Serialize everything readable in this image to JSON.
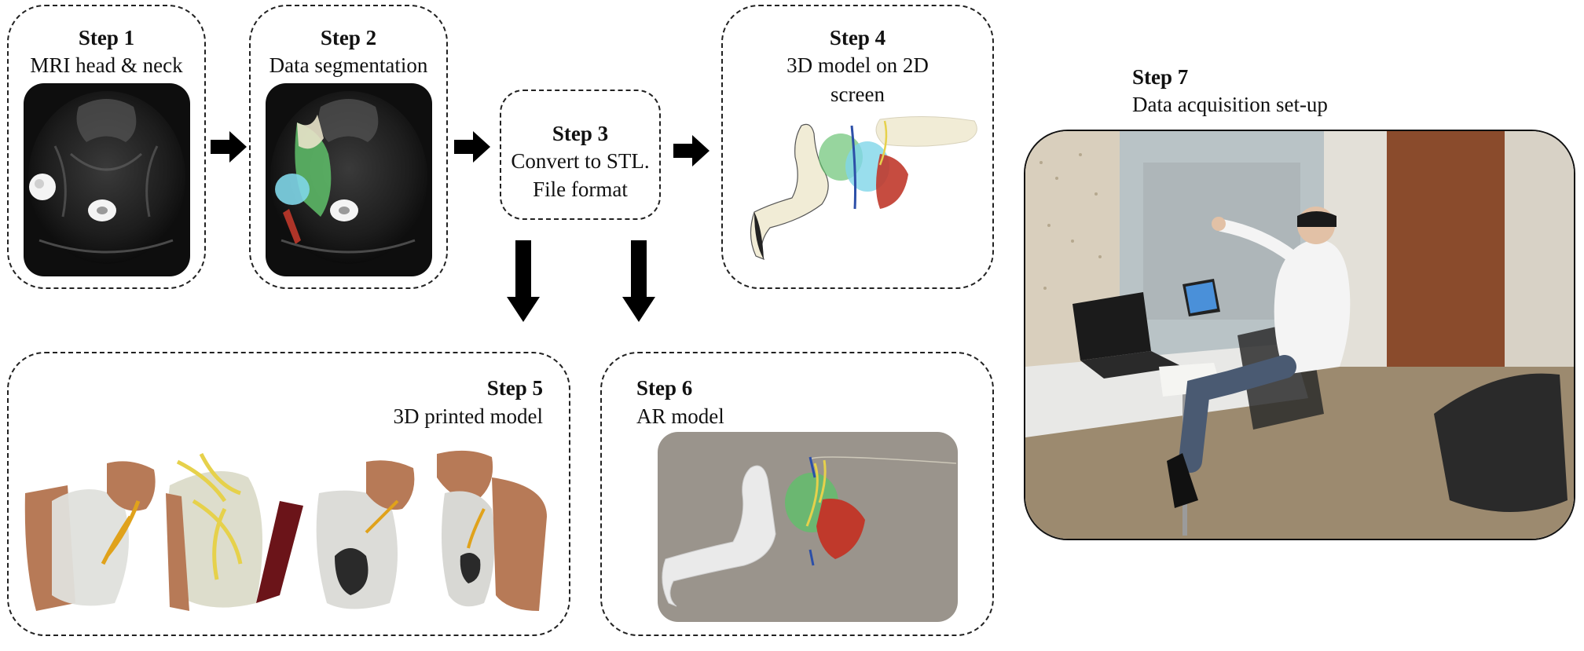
{
  "steps": [
    {
      "title": "Step 1",
      "desc": "MRI head & neck"
    },
    {
      "title": "Step 2",
      "desc": "Data segmentation"
    },
    {
      "title": "Step 3",
      "desc_line1": "Convert to STL.",
      "desc_line2": "File format"
    },
    {
      "title": "Step 4",
      "desc_line1": "3D model on 2D",
      "desc_line2": "screen"
    },
    {
      "title": "Step 5",
      "desc": "3D printed model"
    },
    {
      "title": "Step 6",
      "desc": "AR model"
    },
    {
      "title": "Step 7",
      "desc": "Data acquisition set-up"
    }
  ],
  "colors": {
    "border": "#222222",
    "arrow": "#000000",
    "mri_bg": "#111111",
    "segment_green": "#5fbf6a",
    "segment_blue": "#7fd6e8",
    "segment_red": "#c0392b",
    "bone": "#f1ecd6",
    "print_skin": "#b77a57",
    "ar_bg": "#9a948c"
  }
}
